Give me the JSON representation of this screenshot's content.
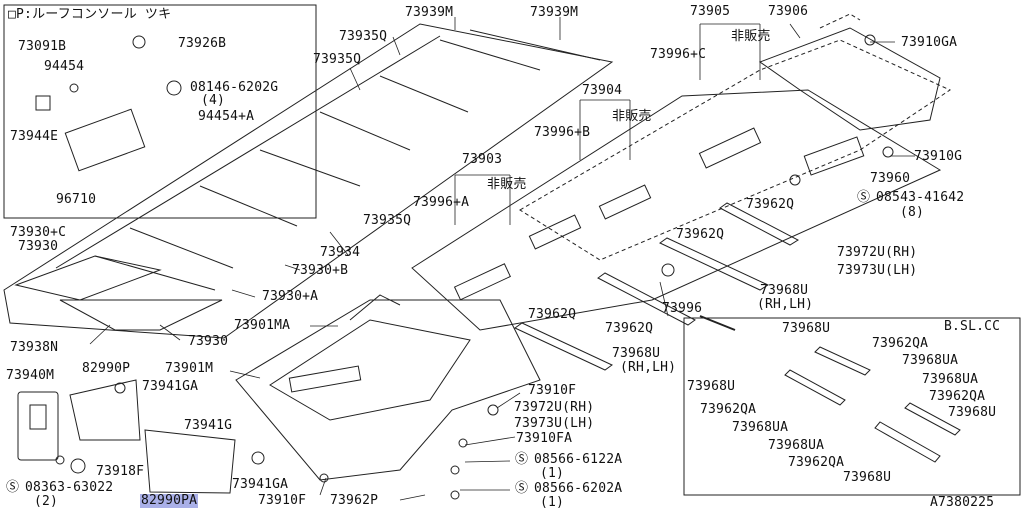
{
  "diagram_id": "A7380225",
  "inset_topleft": {
    "title": "□P:ルーフコンソール ツキ",
    "parts": [
      "73091B",
      "73926B",
      "94454",
      "08146-6202G",
      "(4)",
      "94454+A",
      "73944E",
      "96710"
    ]
  },
  "inset_bslcc": {
    "title": "B.SL.CC",
    "parts": [
      "73968U",
      "73962QA",
      "73968UA",
      "73968U",
      "73968UA",
      "73962QA",
      "73962QA",
      "73968U",
      "73968UA",
      "73962QA",
      "73968U",
      "73968UA"
    ]
  },
  "labels": {
    "p73939m_a": "73939M",
    "p73939m_b": "73939M",
    "p73935q_a": "73935Q",
    "p73935q_b": "73935Q",
    "p73935q_c": "73935Q",
    "p73905": "73905",
    "p73906": "73906",
    "p73910ga": "73910GA",
    "p73996c": "73996+C",
    "hihanbai_c": "非販売",
    "p73904": "73904",
    "hihanbai_b": "非販売",
    "p73996b": "73996+B",
    "p73910g": "73910G",
    "p73903": "73903",
    "hihanbai_a": "非販売",
    "p73996a": "73996+A",
    "p73960": "73960",
    "p08543": "08543-41642",
    "p08543_qty": "(8)",
    "p73962q_a": "73962Q",
    "p73930c": "73930+C",
    "p73930": "73930",
    "p73934": "73934",
    "p73962q_b": "73962Q",
    "p73972u_rh_a": "73972U(RH)",
    "p73973u_lh_a": "73973U(LH)",
    "p73930b": "73930+B",
    "p73930a": "73930+A",
    "p73996": "73996",
    "p73968u_rhlh_a": "73968U",
    "p73968u_rhlh_a2": "(RH,LH)",
    "p73938n": "73938N",
    "p73930_b": "73930",
    "p73901ma": "73901MA",
    "p73962q_c": "73962Q",
    "p73962q_d": "73962Q",
    "p73968u_rhlh_b": "73968U",
    "p73968u_rhlh_b2": "(RH,LH)",
    "p73940m": "73940M",
    "p82990p": "82990P",
    "p73901m": "73901M",
    "p73941ga": "73941GA",
    "p73910f": "73910F",
    "p73972u_rh_b": "73972U(RH)",
    "p73973u_lh_b": "73973U(LH)",
    "p73941g": "73941G",
    "p73910fa": "73910FA",
    "p73918f": "73918F",
    "p08566_6122a": "08566-6122A",
    "p08566_6122a_qty": "(1)",
    "p08363": "08363-63022",
    "p08363_qty": "(2)",
    "p73941ga_b": "73941GA",
    "p08566_6202a": "08566-6202A",
    "p08566_6202a_qty": "(1)",
    "p82990pa": "82990PA",
    "p73910fa_b": "73910F",
    "p73962p": "73962P"
  }
}
